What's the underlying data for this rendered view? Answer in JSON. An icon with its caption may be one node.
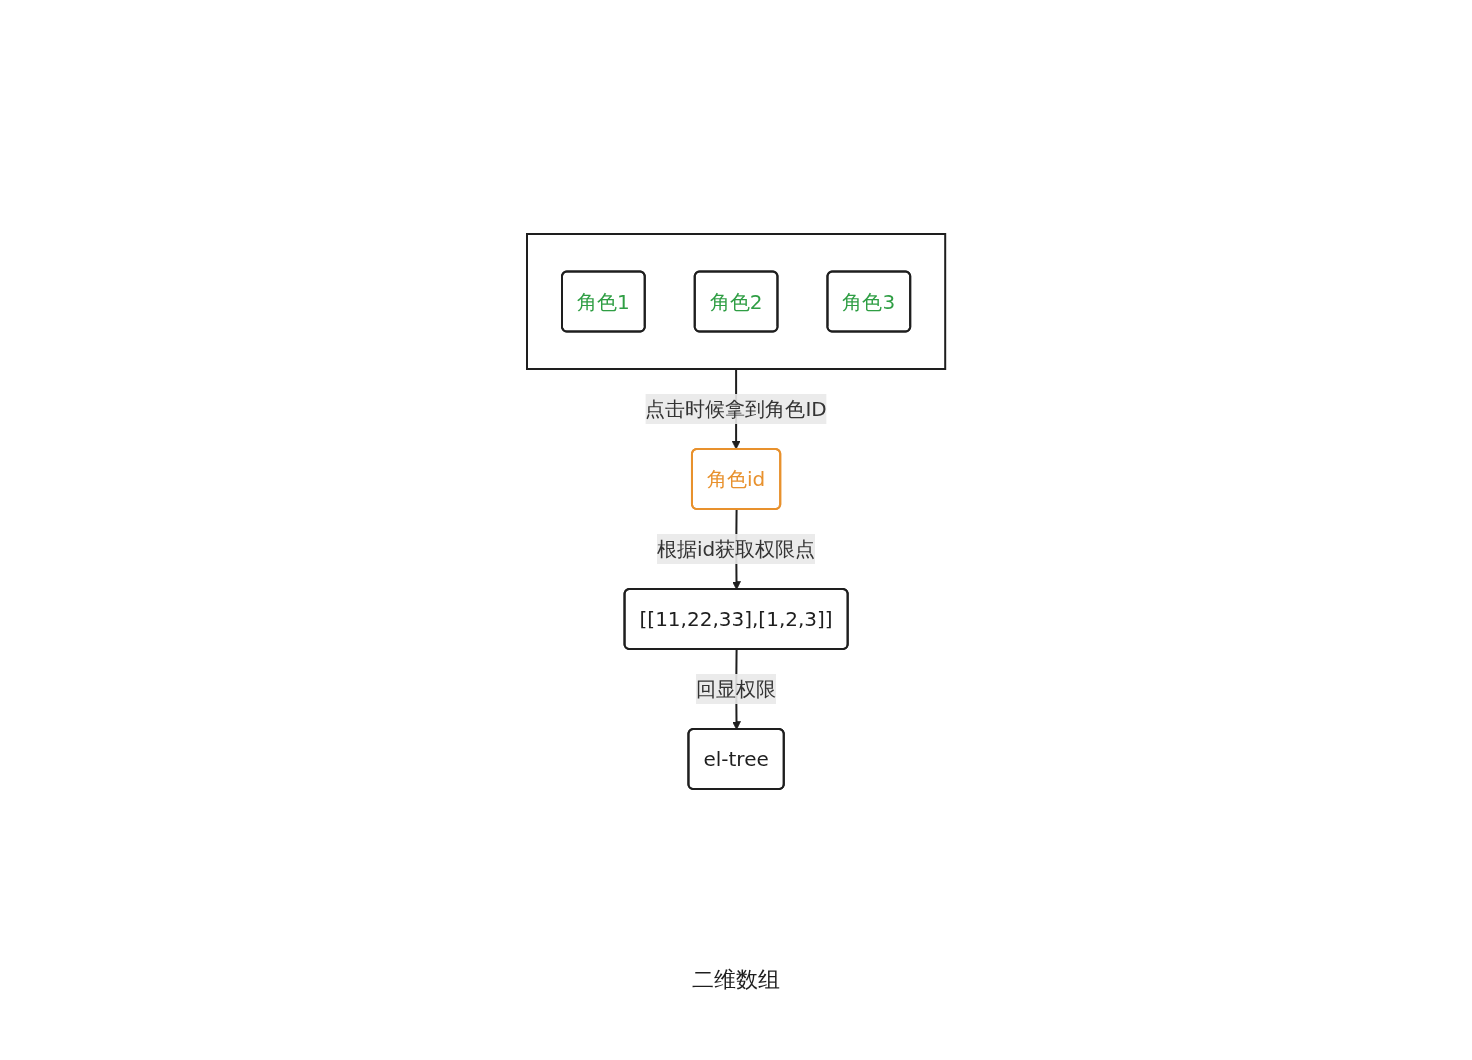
{
  "diagram": {
    "nodes": [
      {
        "text": [],
        "shape": "box"
      },
      {
        "text": [
          "角色1"
        ],
        "in": 0
      },
      {
        "text": [
          "角色2"
        ],
        "in": 0
      },
      {
        "text": [
          "角色3"
        ],
        "in": 0
      },
      {
        "text": [
          "角色id"
        ]
      },
      {
        "text": [
          "[[11,22,33],[1,2,3]]"
        ]
      },
      {
        "text": [
          "el-tree"
        ]
      }
    ],
    "edges": [
      {
        "from": 0,
        "to": 4,
        "arrow": "to",
        "label": "点击时候拿到角色ID"
      },
      {
        "from": 4,
        "to": 5,
        "arrow": "to",
        "label": "根据id获取权限点"
      },
      {
        "from": 5,
        "to": 6,
        "arrow": "to",
        "label": "回显权限"
      }
    ],
    "labels": [
      "二维数组"
    ]
  }
}
